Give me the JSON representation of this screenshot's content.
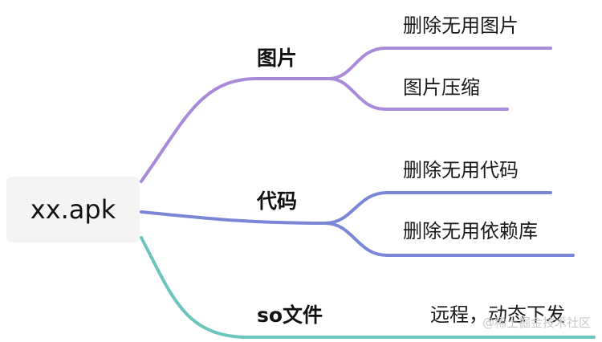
{
  "root": {
    "label": "xx.apk"
  },
  "colors": {
    "images_branch": "#a98ad9",
    "code_branch": "#7a86d6",
    "so_branch": "#6cc5bd",
    "root_fill": "#f4f4f5"
  },
  "branches": {
    "images": {
      "label": "图片",
      "children": [
        "删除无用图片",
        "图片压缩"
      ]
    },
    "code": {
      "label": "代码",
      "children": [
        "删除无用代码",
        "删除无用依赖库"
      ]
    },
    "so": {
      "label": "so文件",
      "children": [
        "远程，动态下发"
      ]
    }
  },
  "watermark": "@稀土掘金技术社区"
}
